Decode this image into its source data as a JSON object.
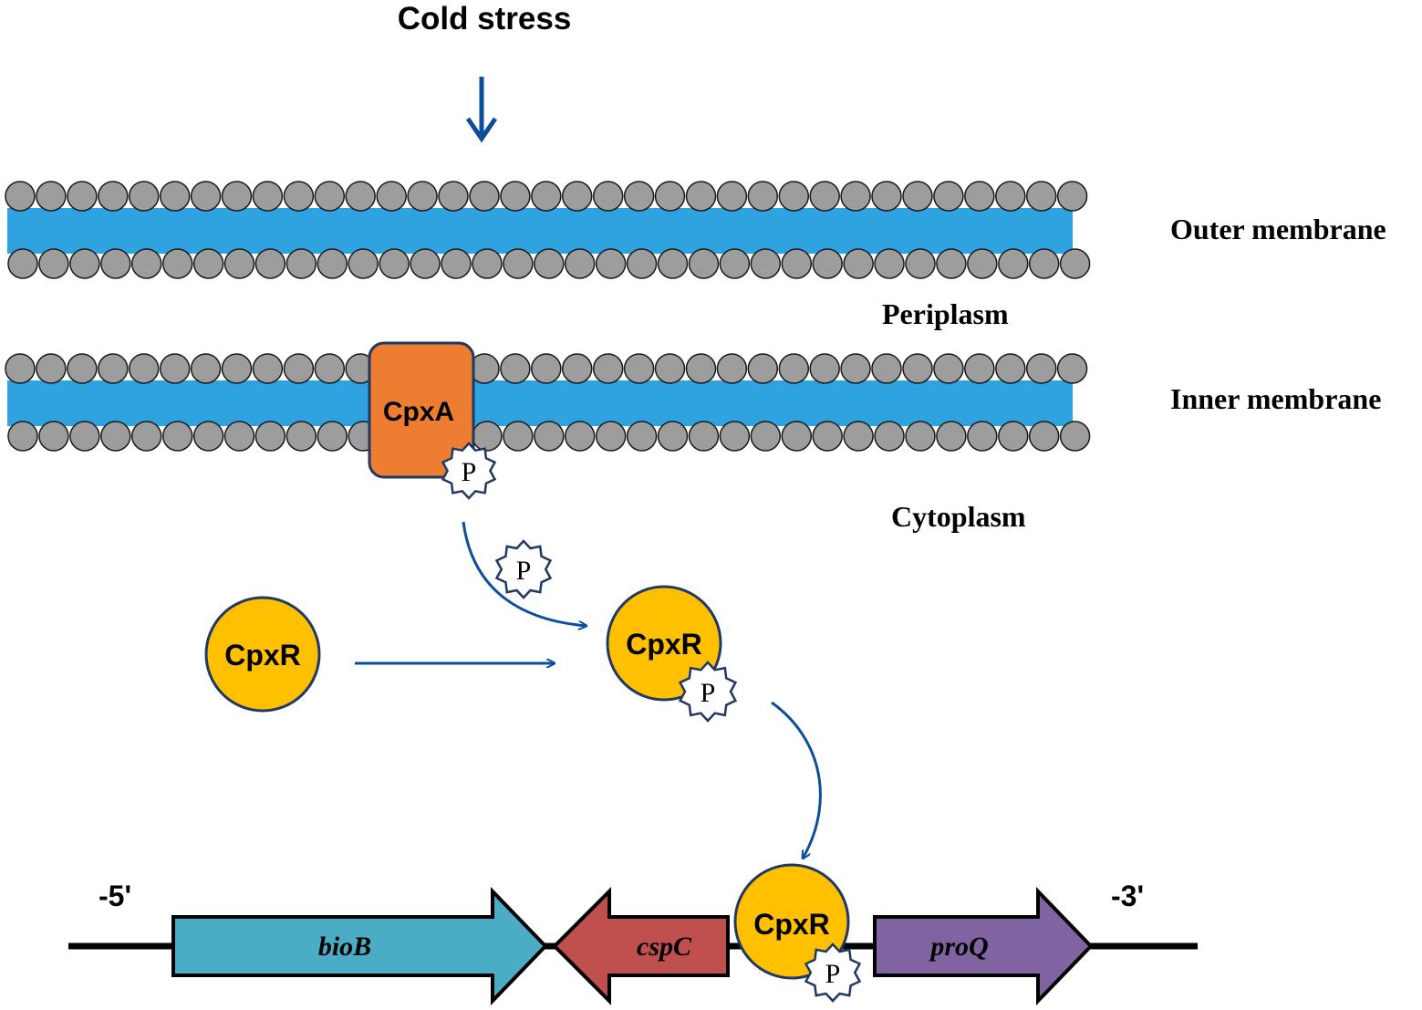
{
  "title": "Cold stress",
  "compartments": {
    "outer_membrane": "Outer membrane",
    "periplasm": "Periplasm",
    "inner_membrane": "Inner membrane",
    "cytoplasm": "Cytoplasm"
  },
  "proteins": {
    "cpxa": "CpxA",
    "cpxr_free": "CpxR",
    "cpxr_phosphorylated": "CpxR",
    "cpxr_bound": "CpxR"
  },
  "phosphate": {
    "on_cpxa": "P",
    "transferred": "P",
    "on_cpxr": "P",
    "on_cpxr_bound": "P"
  },
  "dna": {
    "end_5": "-5'",
    "end_3": "-3'",
    "genes": {
      "biob": "bioB",
      "cspc": "cspC",
      "proq": "proQ"
    }
  },
  "colors": {
    "membrane_band": "#2ea3e0",
    "lipid_head": "#9d9d9d",
    "cpxa": "#ed7d31",
    "cpxr": "#ffc000",
    "arrow": "#0b4f9c",
    "biob": "#4bacc6",
    "cspc": "#c0504d",
    "proq": "#8064a2"
  }
}
